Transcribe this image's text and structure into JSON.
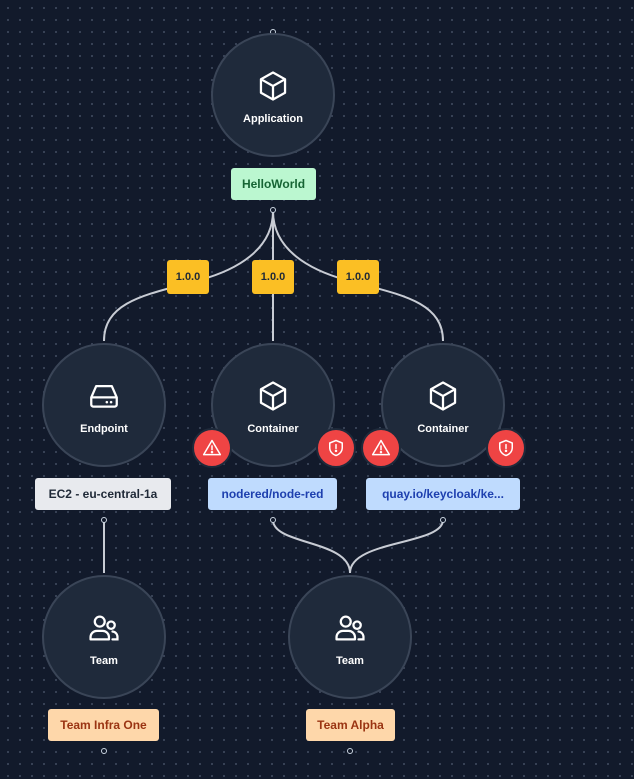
{
  "colors": {
    "background": "#121a2b",
    "node_fill": "#1f2a3b",
    "edge": "#c8ccd4",
    "version_badge": "#fbbf24",
    "alert_badge": "#ef4444"
  },
  "nodes": [
    {
      "type_label": "Application",
      "icon": "cube-icon",
      "tag": "HelloWorld",
      "tag_color": "green"
    },
    {
      "type_label": "Endpoint",
      "icon": "server-icon",
      "tag": "EC2 - eu-central-1a",
      "tag_color": "gray"
    },
    {
      "type_label": "Container",
      "icon": "cube-icon",
      "tag": "nodered/node-red",
      "tag_color": "blue",
      "alerts": [
        "warning-icon",
        "shield-alert-icon"
      ]
    },
    {
      "type_label": "Container",
      "icon": "cube-icon",
      "tag": "quay.io/keycloak/ke...",
      "tag_color": "blue",
      "alerts": [
        "warning-icon",
        "shield-alert-icon"
      ]
    },
    {
      "type_label": "Team",
      "icon": "users-icon",
      "tag": "Team Infra One",
      "tag_color": "orange"
    },
    {
      "type_label": "Team",
      "icon": "users-icon",
      "tag": "Team Alpha",
      "tag_color": "orange"
    }
  ],
  "edge_labels": [
    "1.0.0",
    "1.0.0",
    "1.0.0"
  ]
}
